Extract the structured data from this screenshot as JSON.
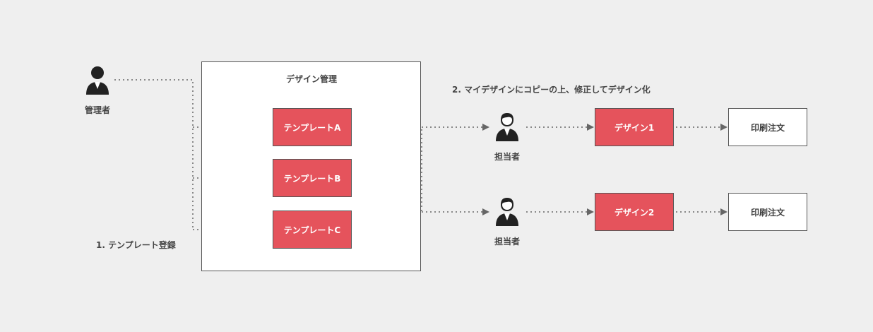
{
  "admin": {
    "icon": "person-icon",
    "label": "管理者"
  },
  "step1": {
    "label": "1. テンプレート登録"
  },
  "step2": {
    "label": "2. マイデザインにコピーの上、修正してデザイン化"
  },
  "design_mgmt": {
    "title": "デザイン管理"
  },
  "templates": [
    {
      "label": "テンプレートA"
    },
    {
      "label": "テンプレートB"
    },
    {
      "label": "テンプレートC"
    }
  ],
  "workers": [
    {
      "icon": "person-icon",
      "label": "担当者"
    },
    {
      "icon": "person-icon",
      "label": "担当者"
    }
  ],
  "designs": [
    {
      "label": "デザイン1"
    },
    {
      "label": "デザイン2"
    }
  ],
  "orders": [
    {
      "label": "印刷注文"
    },
    {
      "label": "印刷注文"
    }
  ],
  "colors": {
    "accent": "#e5535c",
    "line": "#666666",
    "background": "#efefef"
  }
}
